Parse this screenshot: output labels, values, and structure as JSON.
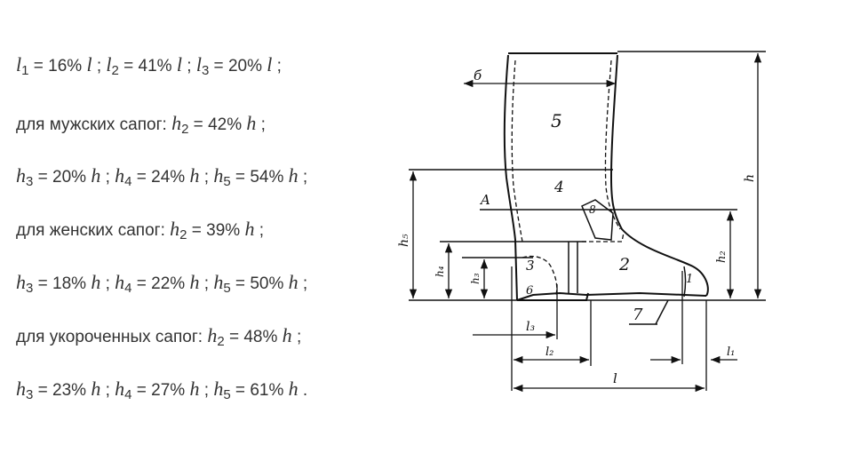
{
  "formulas": {
    "l1": "16%",
    "l2": "41%",
    "l3": "20%",
    "mens_label": "для мужских сапог:",
    "mens_h2": "42%",
    "mens_h3": "20%",
    "mens_h4": "24%",
    "mens_h5": "54%",
    "womens_label": "для женских сапог:",
    "womens_h2": "39%",
    "womens_h3": "18%",
    "womens_h4": "22%",
    "womens_h5": "50%",
    "short_label": "для укороченных сапог:",
    "short_h2": "48%",
    "short_h3": "23%",
    "short_h4": "27%",
    "short_h5": "61%"
  },
  "drawing": {
    "labels": {
      "b": "б",
      "A": "A",
      "h": "h",
      "h2": "h₂",
      "h3": "h₃",
      "h4": "h₄",
      "h5": "h₅",
      "l": "l",
      "l1": "l₁",
      "l2": "l₂",
      "l3": "l₃",
      "part1": "1",
      "part2": "2",
      "part3": "3",
      "part4": "4",
      "part5": "5",
      "part6": "6",
      "part7": "7",
      "part8": "8"
    }
  }
}
